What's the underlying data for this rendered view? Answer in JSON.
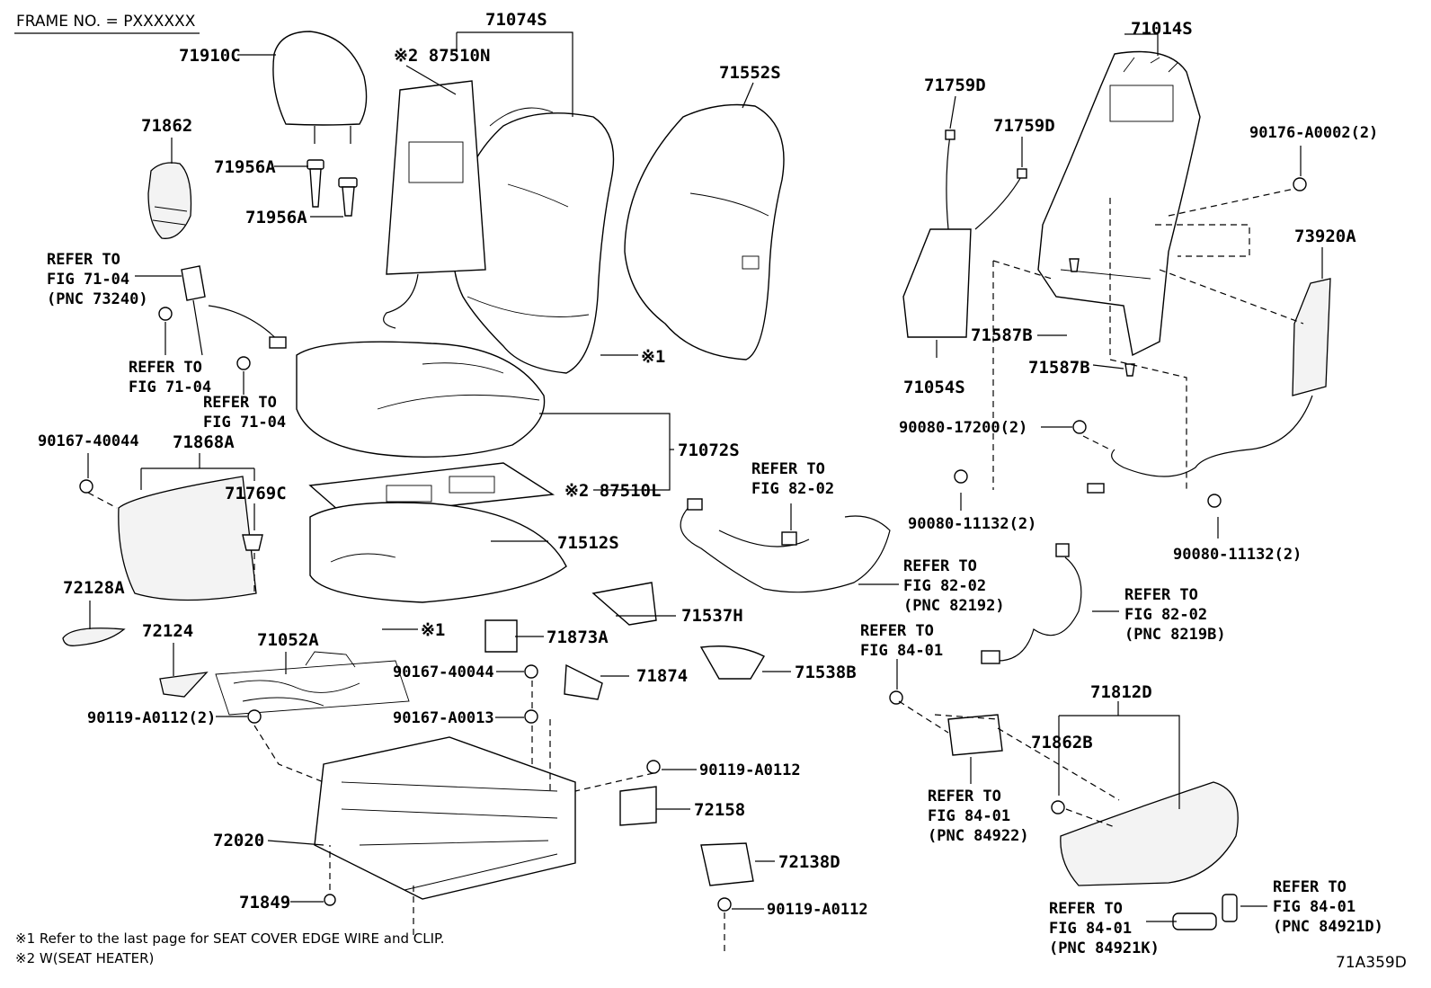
{
  "header": {
    "frame_no": "FRAME NO. = PXXXXXX"
  },
  "diagram_code": "71A359D",
  "notes": [
    "※1 Refer to the last page for SEAT COVER EDGE WIRE and CLIP.",
    "※2 W(SEAT HEATER)"
  ],
  "parts": {
    "p71910C": "71910C",
    "p71862": "71862",
    "p71956A_1": "71956A",
    "p71956A_2": "71956A",
    "p71074S": "71074S",
    "p87510N": "※2 87510N",
    "p71552S": "71552S",
    "p71759D_1": "71759D",
    "p71759D_2": "71759D",
    "p71014S": "71014S",
    "p90176": "90176-A0002(2)",
    "p73920A": "73920A",
    "p71587B_1": "71587B",
    "p71587B_2": "71587B",
    "p71054S": "71054S",
    "p90080_17200": "90080-17200(2)",
    "p90080_11132_1": "90080-11132(2)",
    "p90080_11132_2": "90080-11132(2)",
    "p90167_40044_1": "90167-40044",
    "p71868A": "71868A",
    "p71769C": "71769C",
    "p72128A": "72128A",
    "p72124": "72124",
    "p71052A": "71052A",
    "p90119_A0112_2": "90119-A0112(2)",
    "p71072S": "71072S",
    "p87510L": "※2 87510L",
    "p71512S": "71512S",
    "p71537H": "71537H",
    "p71873A": "71873A",
    "p90167_40044_2": "90167-40044",
    "p71874": "71874",
    "p90167_A0013": "90167-A0013",
    "p71538B": "71538B",
    "p90119_A0112_a": "90119-A0112",
    "p72158": "72158",
    "p72020": "72020",
    "p72138D": "72138D",
    "p71849": "71849",
    "p90119_A0112_b": "90119-A0112",
    "p71812D": "71812D",
    "p71862B": "71862B",
    "mark1_a": "※1",
    "mark1_b": "※1"
  },
  "refs": {
    "r_71_04_a": [
      "REFER TO",
      "FIG 71-04",
      "(PNC 73240)"
    ],
    "r_71_04_b": [
      "REFER TO",
      "FIG 71-04"
    ],
    "r_71_04_c": [
      "REFER TO",
      "FIG 71-04"
    ],
    "r_82_02_a": [
      "REFER TO",
      "FIG 82-02"
    ],
    "r_82_02_b": [
      "REFER TO",
      "FIG 82-02",
      "(PNC 82192)"
    ],
    "r_82_02_c": [
      "REFER TO",
      "FIG 82-02",
      "(PNC 8219B)"
    ],
    "r_84_01_a": [
      "REFER TO",
      "FIG 84-01"
    ],
    "r_84_01_b": [
      "REFER TO",
      "FIG 84-01",
      "(PNC 84922)"
    ],
    "r_84_01_c": [
      "REFER TO",
      "FIG 84-01",
      "(PNC 84921K)"
    ],
    "r_84_01_d": [
      "REFER TO",
      "FIG 84-01",
      "(PNC 84921D)"
    ]
  }
}
